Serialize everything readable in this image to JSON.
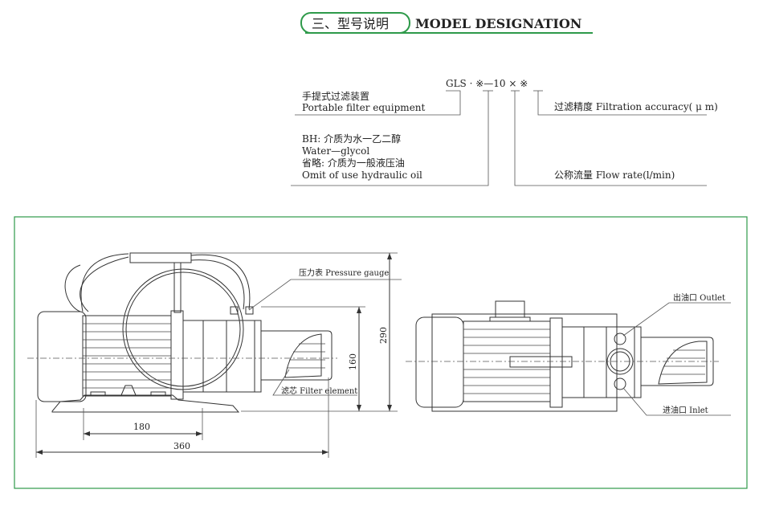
{
  "header": {
    "section_cn": "三、型号说明",
    "section_en": "MODEL DESIGNATION"
  },
  "designation": {
    "code": "GLS · ※—10 × ※",
    "portable_cn": "手提式过滤装置",
    "portable_en": "Portable filter equipment",
    "bh_cn": "BH:  介质为水一乙二醇",
    "bh_en": "Water—glycol",
    "omit_cn": "省略:  介质为一般液压油",
    "omit_en": "Omit of use hydraulic oil",
    "accuracy": "过滤精度 Filtration accuracy( μ m)",
    "flow": "公称流量 Flow rate(l/min)"
  },
  "drawing": {
    "pressure_gauge": "压力表 Pressure gauge",
    "filter_element": "滤芯 Filter element",
    "outlet": "出油口 Outlet",
    "inlet": "进油口 Inlet",
    "dim_290": "290",
    "dim_160": "160",
    "dim_180": "180",
    "dim_360": "360"
  },
  "colors": {
    "accent_green": "#2e9a4a"
  }
}
